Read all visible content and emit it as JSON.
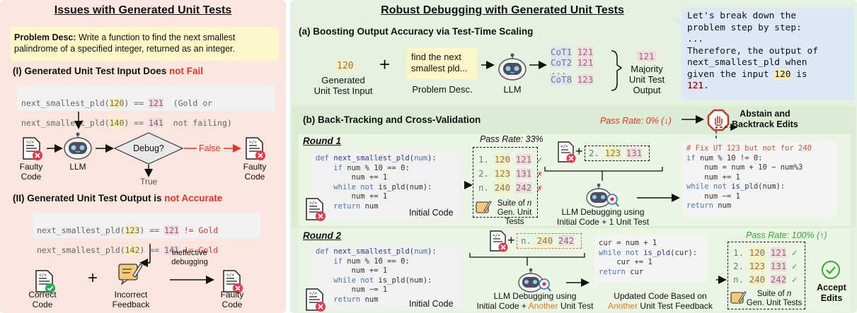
{
  "left": {
    "title": "Issues with Generated Unit Tests",
    "problem_label": "Problem Desc:",
    "problem_text": " Write a function to find the next smallest palindrome of a specified integer, returned as an integer.",
    "s1_title": "(I) Generated Unit Test Input Does ",
    "s1_title_red": "not Fail",
    "s1_code": [
      {
        "pre": "next_smallest_pld(",
        "arg": "120",
        "mid": ") == ",
        "out": "121",
        "post": "  (Gold or"
      },
      {
        "pre": "next_smallest_pld(",
        "arg": "140",
        "mid": ") == ",
        "out": "141",
        "post": "  not failing)"
      }
    ],
    "faulty_code": "Faulty\nCode",
    "llm": "LLM",
    "debug": "Debug?",
    "false": "False",
    "true": "True",
    "s2_title": "(II) Generated Unit Test Output is ",
    "s2_title_red": "not Accurate",
    "s2_code": [
      {
        "pre": "next_smallest_pld(",
        "arg": "123",
        "mid": ") == ",
        "out": "121",
        "post": " != Gold"
      },
      {
        "pre": "next_smallest_pld(",
        "arg": "142",
        "mid": ") == ",
        "out": "141",
        "post": " != Gold"
      }
    ],
    "correct_code": "Correct\nCode",
    "incorrect_feedback": "Incorrect\nFeedback",
    "ineffective": "ineffective\ndebugging",
    "faulty_code2": "Faulty\nCode"
  },
  "right": {
    "title": "Robust Debugging with Generated Unit Tests",
    "a_title": "(a) Boosting Output Accuracy via Test-Time Scaling",
    "a_input_val": "120",
    "a_input_lbl": "Generated\nUnit Test Input",
    "a_plus": "+",
    "a_problem_box": "find the next\nsmallest pld...",
    "a_problem_lbl": "Problem Desc.",
    "a_llm": "LLM",
    "cots": [
      {
        "name": "CoT1",
        "val": "121"
      },
      {
        "name": "CoT2",
        "val": "121"
      },
      {
        "name": "...",
        "val": ""
      },
      {
        "name": "CoT8",
        "val": "123"
      }
    ],
    "majority_val": "121",
    "majority_lbl": "Majority\nUnit Test\nOutput",
    "bubble": {
      "l1": "Let's break down the",
      "l2": "problem step by step:",
      "l3": "...",
      "l4": "Therefore, the output of",
      "l5": "next_smallest_pld when",
      "l6_pre": "given the input ",
      "l6_val": "120",
      "l6_post": " is",
      "l7": "121",
      "l7_post": "."
    },
    "b_title": "(b) Back-Tracking and Cross-Validation",
    "pass0": "Pass Rate: 0% (↓)",
    "abstain": "Abstain and\nBacktrack Edits",
    "round1": "Round 1",
    "pass33": "Pass Rate: 33%",
    "r1_tests": [
      {
        "n": "1.",
        "a": "120",
        "b": "121",
        "m": "✓"
      },
      {
        "n": "2.",
        "a": "123",
        "b": "131",
        "m": "✗"
      },
      {
        "n": "n.",
        "a": "240",
        "b": "242",
        "m": "✗"
      }
    ],
    "suite": "Suite of n\nGen. Unit Tests",
    "suite_pre": "Suite of ",
    "suite_n": "n",
    "suite_post": "Gen. Unit Tests",
    "r1_single": {
      "n": "2.",
      "a": "123",
      "b": "131"
    },
    "r1_llm_lbl": "LLM Debugging using\nInitial Code + 1 Unit Test",
    "initial_code": "Initial Code",
    "fix_comment": "# Fix UT 123 but not for 240",
    "round2": "Round 2",
    "pass100": "Pass Rate: 100% (↑)",
    "r2_single": {
      "n": "n.",
      "a": "240",
      "b": "242"
    },
    "r2_llm_l1": "LLM Debugging using",
    "r2_llm_l2_pre": "Initial Code + ",
    "r2_llm_l2_or": "Another",
    "r2_llm_l2_post": " Unit Test",
    "r2_upd_l1": "Updated Code Based on",
    "r2_upd_l2_or": "Another",
    "r2_upd_l2_post": " Unit Test Feedback",
    "r2_tests": [
      {
        "n": "1.",
        "a": "120",
        "b": "121",
        "m": "✓"
      },
      {
        "n": "2.",
        "a": "123",
        "b": "131",
        "m": "✓"
      },
      {
        "n": "n.",
        "a": "240",
        "b": "242",
        "m": "✓"
      }
    ],
    "accept": "Accept\nEdits"
  },
  "colors": {
    "left_bg": "#fbe6df",
    "right_bg": "#e6f2df",
    "section_bg": "#dcecd4",
    "red": "#e0342a",
    "green": "#3aa83a",
    "orange": "#e07a2a"
  }
}
